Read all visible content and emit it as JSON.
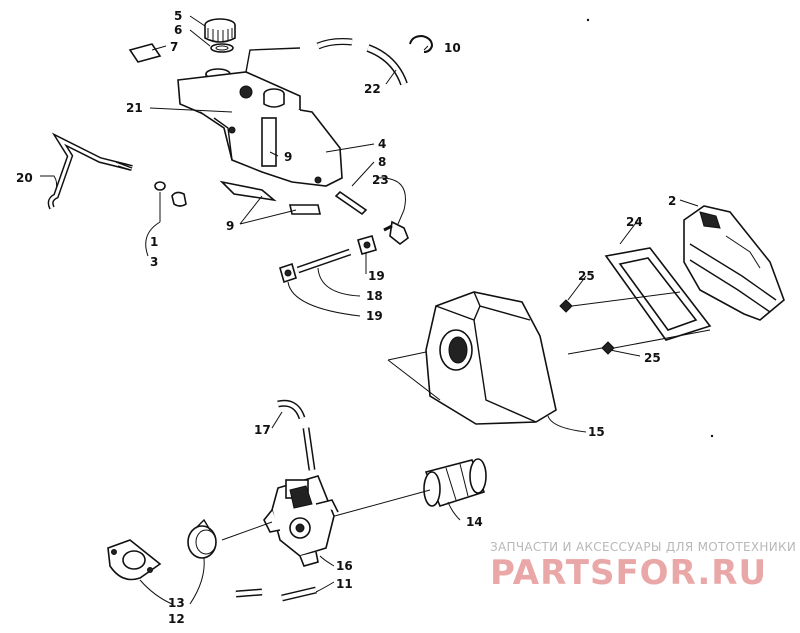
{
  "callouts": {
    "n1": "1",
    "n2": "2",
    "n3": "3",
    "n4": "4",
    "n5": "5",
    "n6": "6",
    "n7": "7",
    "n8": "8",
    "n9a": "9",
    "n9b": "9",
    "n10": "10",
    "n11": "11",
    "n12": "12",
    "n13": "13",
    "n14": "14",
    "n15": "15",
    "n16": "16",
    "n17": "17",
    "n18": "18",
    "n19a": "19",
    "n19b": "19",
    "n20": "20",
    "n21": "21",
    "n22": "22",
    "n23": "23",
    "n24": "24",
    "n25a": "25",
    "n25b": "25"
  },
  "watermark": {
    "tagline": "ЗАПЧАСТИ И АКСЕССУАРЫ ДЛЯ МОТОТЕХНИКИ",
    "logo": "PARTSFOR.RU"
  }
}
